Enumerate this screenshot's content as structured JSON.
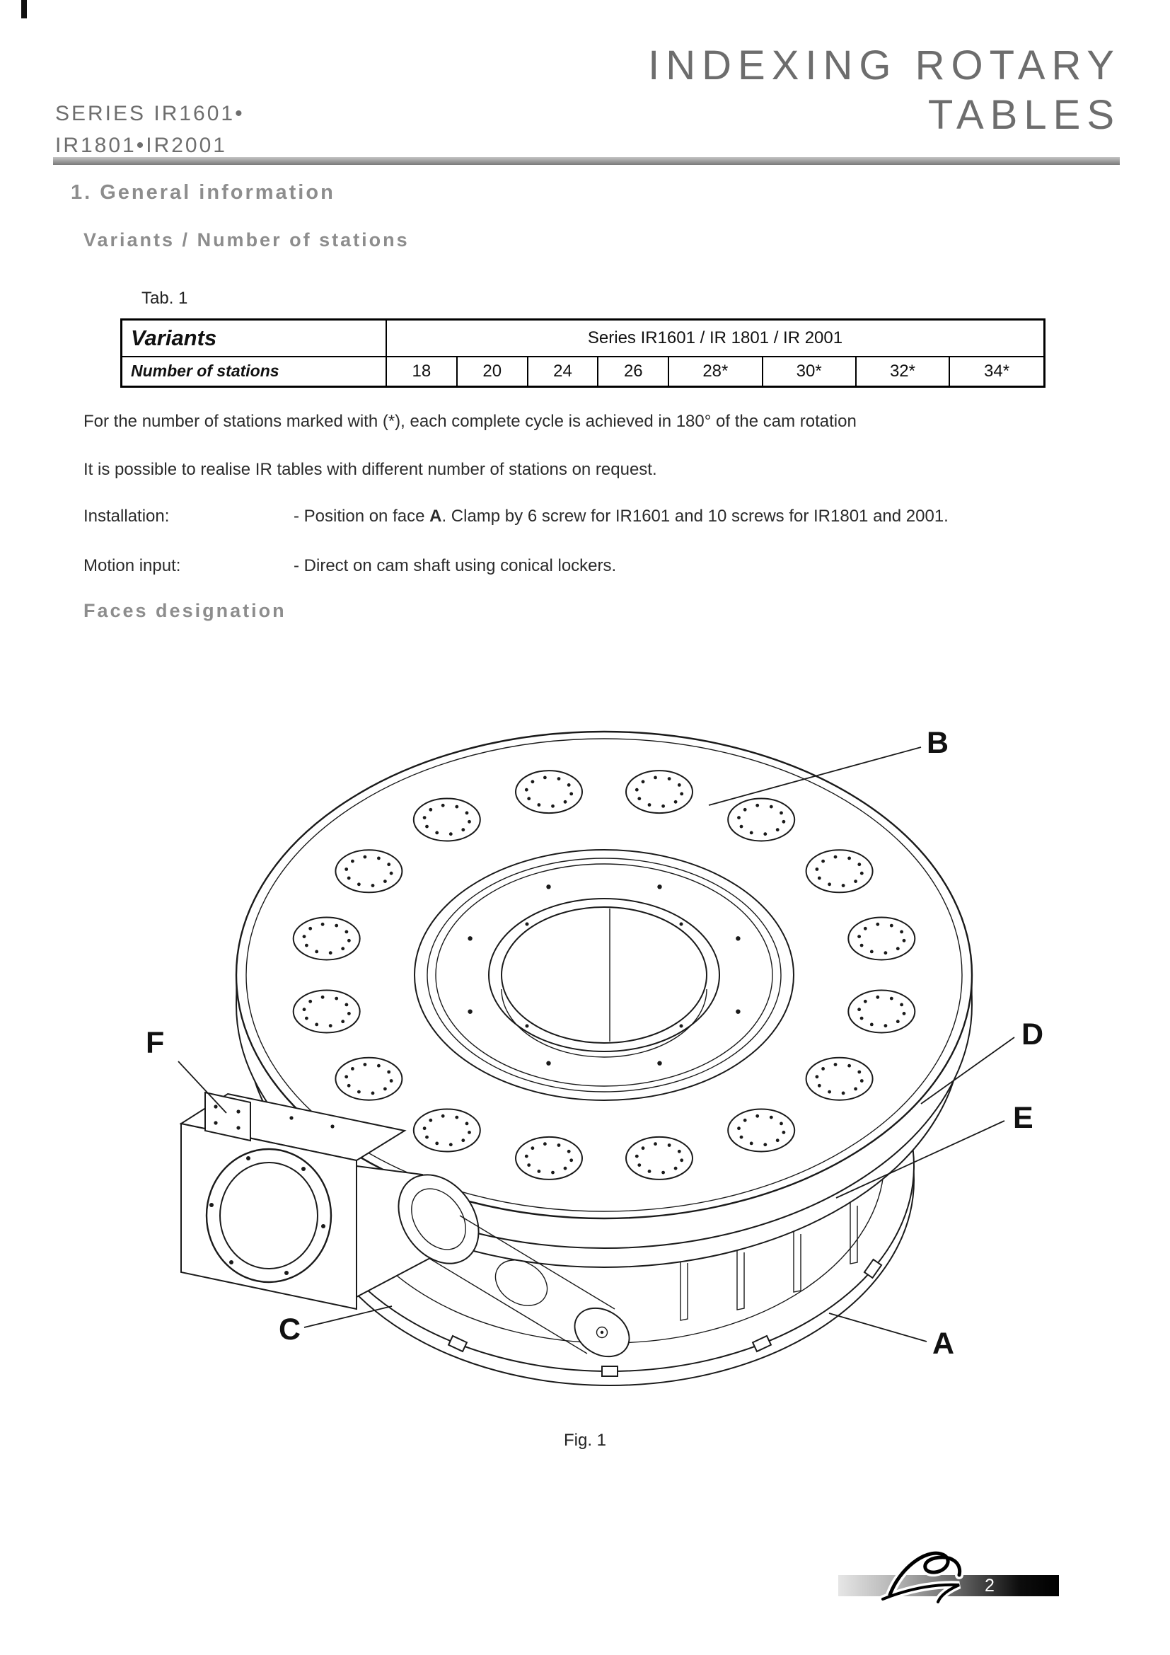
{
  "header": {
    "series_line1": "SERIES IR1601•",
    "series_line2": "IR1801•IR2001",
    "title_line1": "INDEXING ROTARY",
    "title_line2": "TABLES"
  },
  "sections": {
    "general_heading": "1. General information",
    "variants_heading": "Variants / Number of stations",
    "faces_heading": "Faces designation"
  },
  "tab": {
    "caption": "Tab. 1",
    "variants_label": "Variants",
    "series_header": "Series IR1601 / IR 1801 / IR 2001",
    "stations_label": "Number of stations",
    "stations": [
      "18",
      "20",
      "24",
      "26",
      "28*",
      "30*",
      "32*",
      "34*"
    ]
  },
  "notes": {
    "asterisk": "For the number of stations marked with  (*), each complete cycle is achieved in 180° of the cam rotation",
    "request": "It is possible to realise IR tables with different number of stations on request."
  },
  "specs": {
    "installation": {
      "label": "Installation:",
      "prefix": "- Position on face ",
      "face": "A",
      "suffix": ". Clamp by 6 screw for IR1601 and 10 screws for IR1801 and 2001."
    },
    "motion": {
      "label": "Motion input:",
      "value": "- Direct on cam shaft using conical lockers."
    }
  },
  "figure": {
    "caption": "Fig. 1",
    "labels": {
      "a": "A",
      "b": "B",
      "c": "C",
      "d": "D",
      "e": "E",
      "f": "F"
    }
  },
  "footer": {
    "page": "2"
  }
}
